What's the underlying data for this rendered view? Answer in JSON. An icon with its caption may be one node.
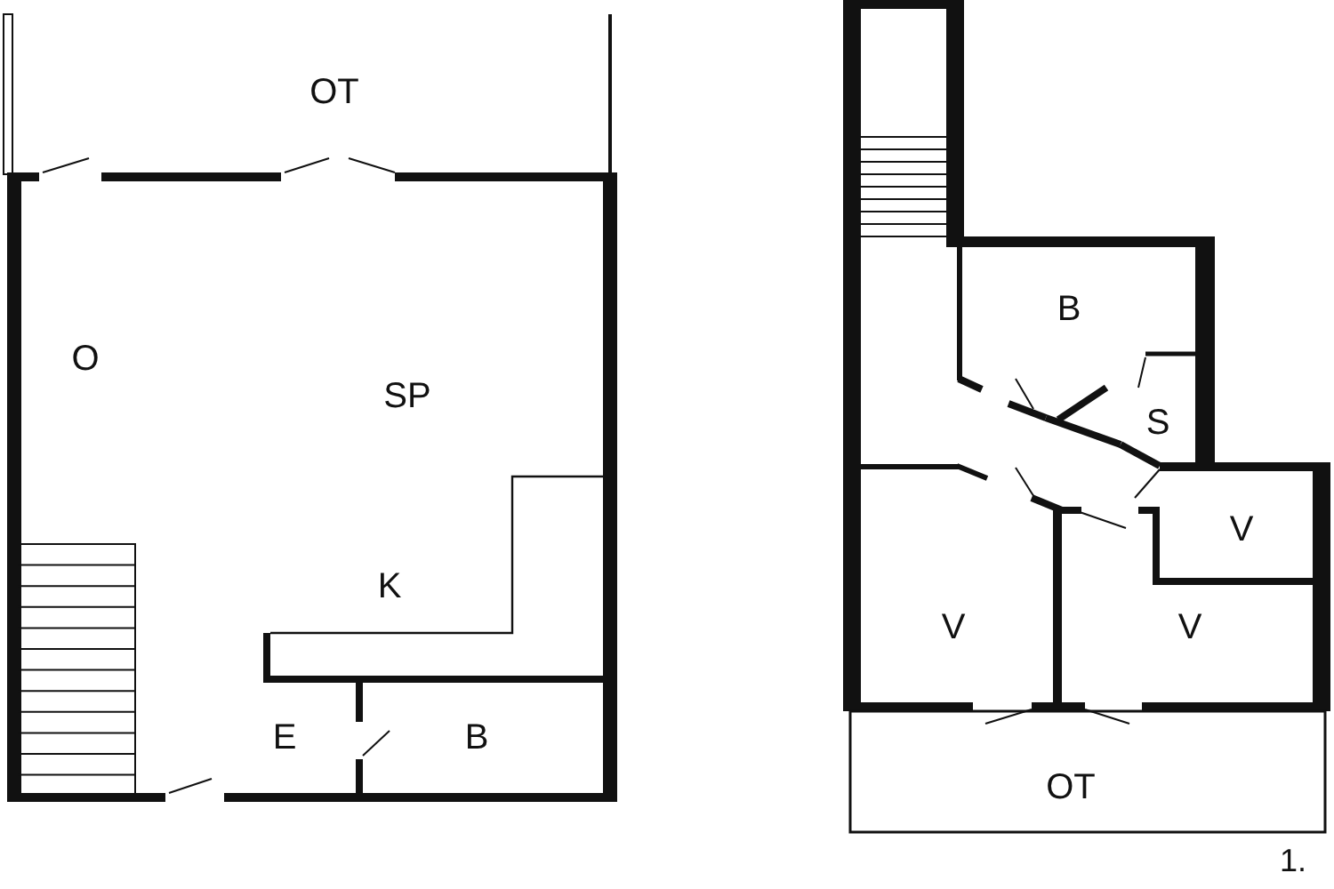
{
  "diagram": {
    "labels": [
      "OT",
      "O",
      "SP",
      "K",
      "E",
      "B",
      "B",
      "S",
      "V",
      "V",
      "V",
      "OT",
      "1."
    ]
  }
}
